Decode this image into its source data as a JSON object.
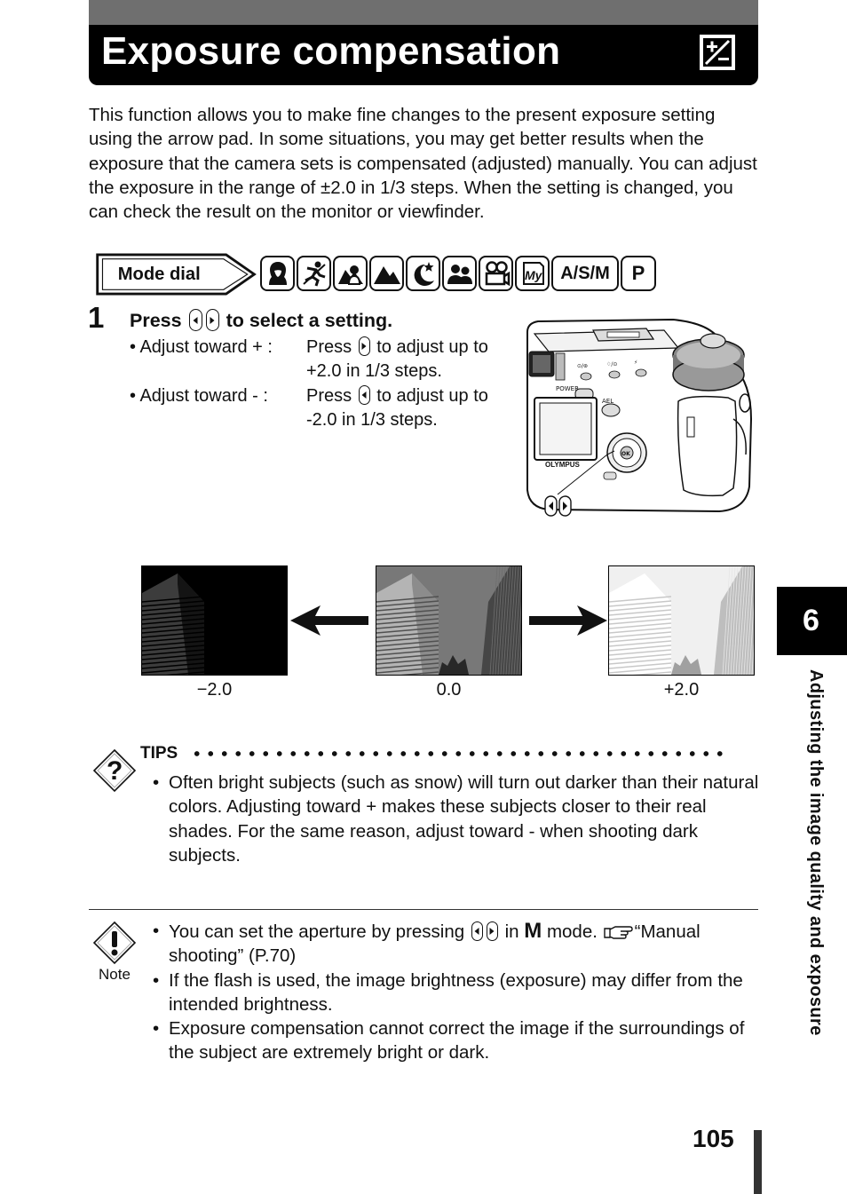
{
  "page": {
    "title": "Exposure compensation",
    "intro": "This function allows you to make fine changes to the present exposure setting using the arrow pad. In some situations, you may get better results when the exposure that the camera sets is compensated (adjusted) manually. You can adjust the exposure in the range of ±2.0 in 1/3 steps. When the setting is changed, you can check the result on the monitor or viewfinder.",
    "page_number": "105"
  },
  "mode_dial": {
    "label": "Mode dial",
    "icons": [
      "portrait-icon",
      "sport-icon",
      "landscape-portrait-icon",
      "landscape-icon",
      "night-scene-icon",
      "self-portrait-icon",
      "movie-icon",
      "my-mode-icon"
    ],
    "text_modes": [
      "A/S/M",
      "P"
    ]
  },
  "step": {
    "number": "1",
    "head_before": "Press",
    "head_after": "to select a setting.",
    "items": [
      {
        "label": "•  Adjust toward + :",
        "before": "Press",
        "after": "to adjust up to +2.0 in 1/3 steps."
      },
      {
        "label": "•  Adjust toward -  :",
        "before": "Press",
        "after": "to adjust up to -2.0 in 1/3 steps."
      }
    ]
  },
  "camera": {
    "brand": "OLYMPUS",
    "power_label": "POWER",
    "ael_label": "AEL"
  },
  "photos": [
    {
      "label": "−2.0",
      "brightness": 0.0
    },
    {
      "label": "0.0",
      "brightness": 0.5
    },
    {
      "label": "+2.0",
      "brightness": 1.0
    }
  ],
  "tips": {
    "title": "TIPS",
    "items": [
      "Often bright subjects (such as snow) will turn out darker than their natural colors. Adjusting toward + makes these subjects closer to their real shades. For the same reason, adjust toward - when shooting dark subjects."
    ]
  },
  "note": {
    "label": "Note",
    "item1_before": "You can set the aperture by pressing",
    "item1_in": "in",
    "item1_mode": "M",
    "item1_after": "mode.",
    "item1_ref": "“Manual shooting” (P.70)",
    "items": [
      "If the flash is used, the image brightness (exposure) may differ from the intended brightness.",
      "Exposure compensation cannot correct the image if the surroundings of the subject are extremely bright or dark."
    ]
  },
  "side": {
    "chapter": "6",
    "text": "Adjusting the image quality and exposure"
  },
  "colors": {
    "title_top": "#6f6f6f",
    "title_bar": "#000000",
    "side_tab": "#000000"
  }
}
